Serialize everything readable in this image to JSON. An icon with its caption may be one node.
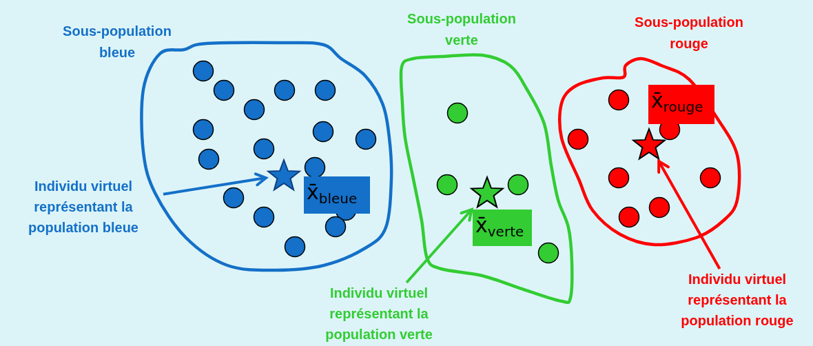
{
  "diagram": {
    "nodes": [
      {
        "text": [
          "Sous-population bleue"
        ]
      },
      {
        "text": [
          "Sous-population verte"
        ]
      },
      {
        "text": [
          "Sous-population rouge"
        ]
      },
      {
        "text": [],
        "shape": "star",
        "in": 0
      },
      {
        "text": [
          "x̄$_{bleue}$"
        ],
        "in": 0
      },
      {
        "text": [],
        "shape": "star",
        "in": 1
      },
      {
        "text": [
          "x̄$_{verte}$"
        ],
        "in": 1
      },
      {
        "text": [],
        "shape": "star",
        "in": 2
      },
      {
        "text": [
          "x̄$_{rouge}$"
        ],
        "in": 2
      },
      {
        "text": [
          "Individu virtuel représentant la population bleue"
        ]
      },
      {
        "text": [
          "Individu virtuel représentant la population verte"
        ]
      },
      {
        "text": [
          "Individu virtuel représentant la population rouge"
        ]
      }
    ],
    "edges": [
      {
        "from": 9,
        "to": 3,
        "arrow": "to",
        "color": "#1470c8"
      },
      {
        "from": 10,
        "to": 5,
        "arrow": "to",
        "color": "#33cc33"
      },
      {
        "from": 11,
        "to": 7,
        "arrow": "to",
        "color": "#ff0000"
      }
    ]
  }
}
